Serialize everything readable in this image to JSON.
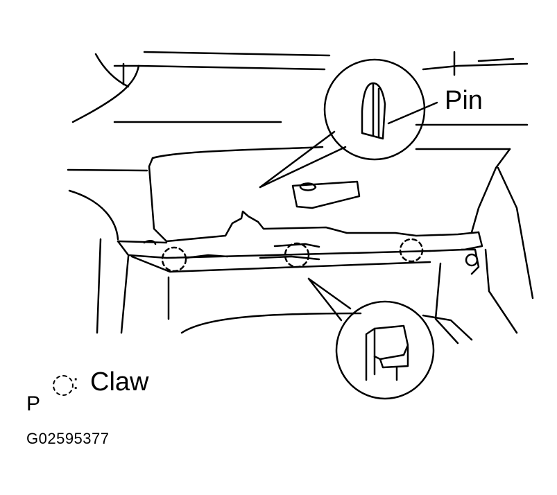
{
  "labels": {
    "pin": "Pin",
    "claw": "Claw",
    "legend_separator": ":",
    "page_mark": "P",
    "figure_code": "G02595377"
  },
  "icons": {
    "claw_marker": "dashed-circle-icon",
    "pin_detail": "pin-clip-icon",
    "claw_detail": "claw-clip-icon"
  },
  "colors": {
    "line": "#000000",
    "background": "#ffffff"
  }
}
